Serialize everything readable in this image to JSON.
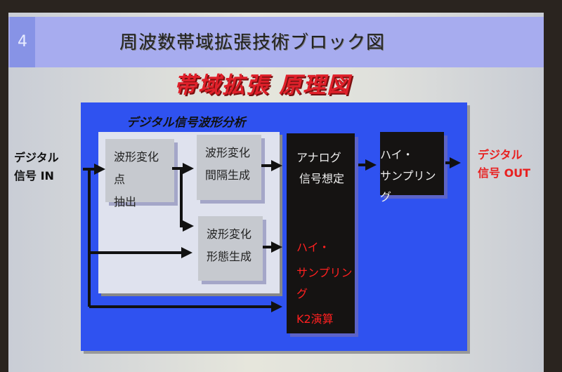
{
  "slide": {
    "number": "4",
    "title": "周波数帯域拡張技術ブロック図",
    "subtitle": "帯域拡張 原理図"
  },
  "diagram": {
    "section_label": "デジタル信号波形分析",
    "input": {
      "line1": "デジタル",
      "line2": "信号 IN"
    },
    "output": {
      "line1": "デジタル",
      "line2": "信号 OUT"
    },
    "blocks": {
      "extract": {
        "line1": "波形変化点",
        "line2": "抽出"
      },
      "interval": {
        "line1": "波形変化",
        "line2": "間隔生成"
      },
      "form": {
        "line1": "波形変化",
        "line2": "形態生成"
      },
      "analog": {
        "line1": "アナログ",
        "line2": "信号想定",
        "red1": "ハイ・",
        "red2": "サンプリング",
        "red3": "K2演算"
      },
      "hisampling": {
        "line1": "ハイ・",
        "line2": "サンプリング"
      }
    },
    "colors": {
      "panel": "#2f52f0",
      "red": "#ff2020",
      "title_bar": "#a7acef"
    }
  }
}
